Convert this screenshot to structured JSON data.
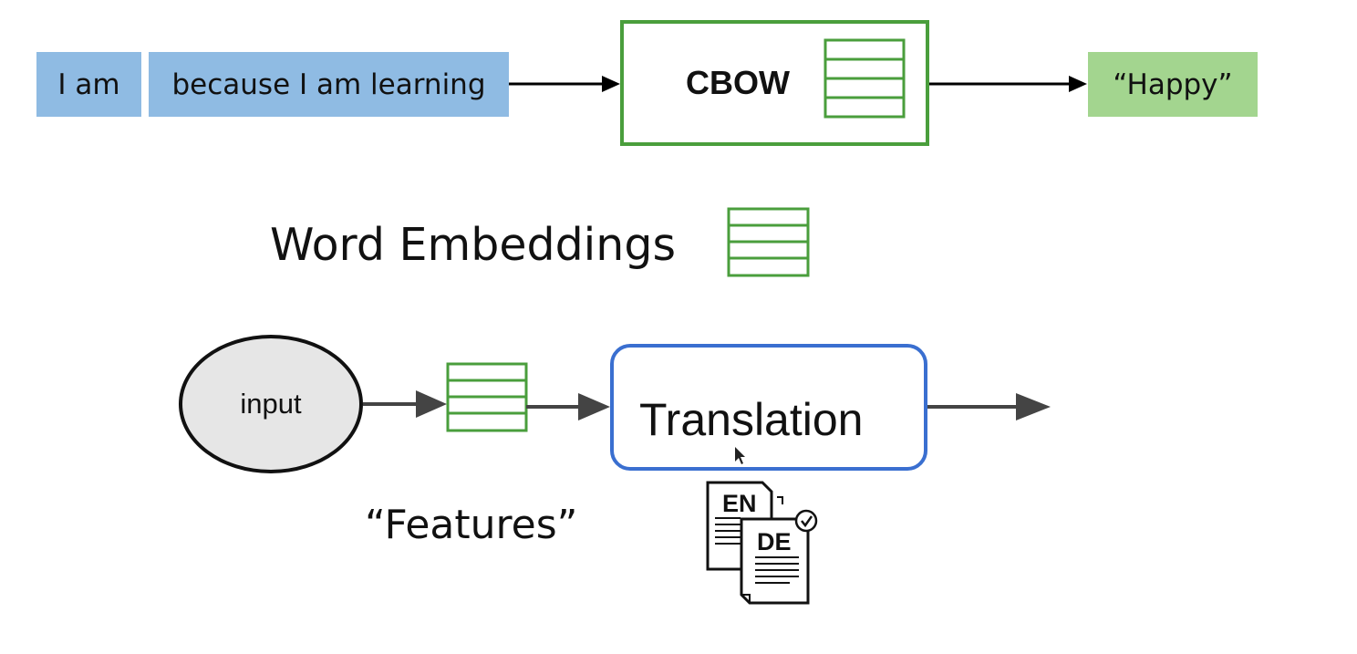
{
  "cbow_row": {
    "context_left": "I am",
    "context_right": "because I am learning",
    "model_label": "CBOW",
    "output_word": "“Happy”"
  },
  "embeddings": {
    "title": "Word Embeddings"
  },
  "pipeline": {
    "input_label": "input",
    "task_label": "Translation",
    "features_label": "“Features”",
    "doc_source_lang": "EN",
    "doc_target_lang": "DE"
  },
  "colors": {
    "context_blue": "#8fbbe3",
    "output_green": "#a3d58f",
    "embedding_green": "#4a9e3c",
    "translation_blue": "#3a6fd0",
    "input_gray": "#e6e6e6"
  }
}
